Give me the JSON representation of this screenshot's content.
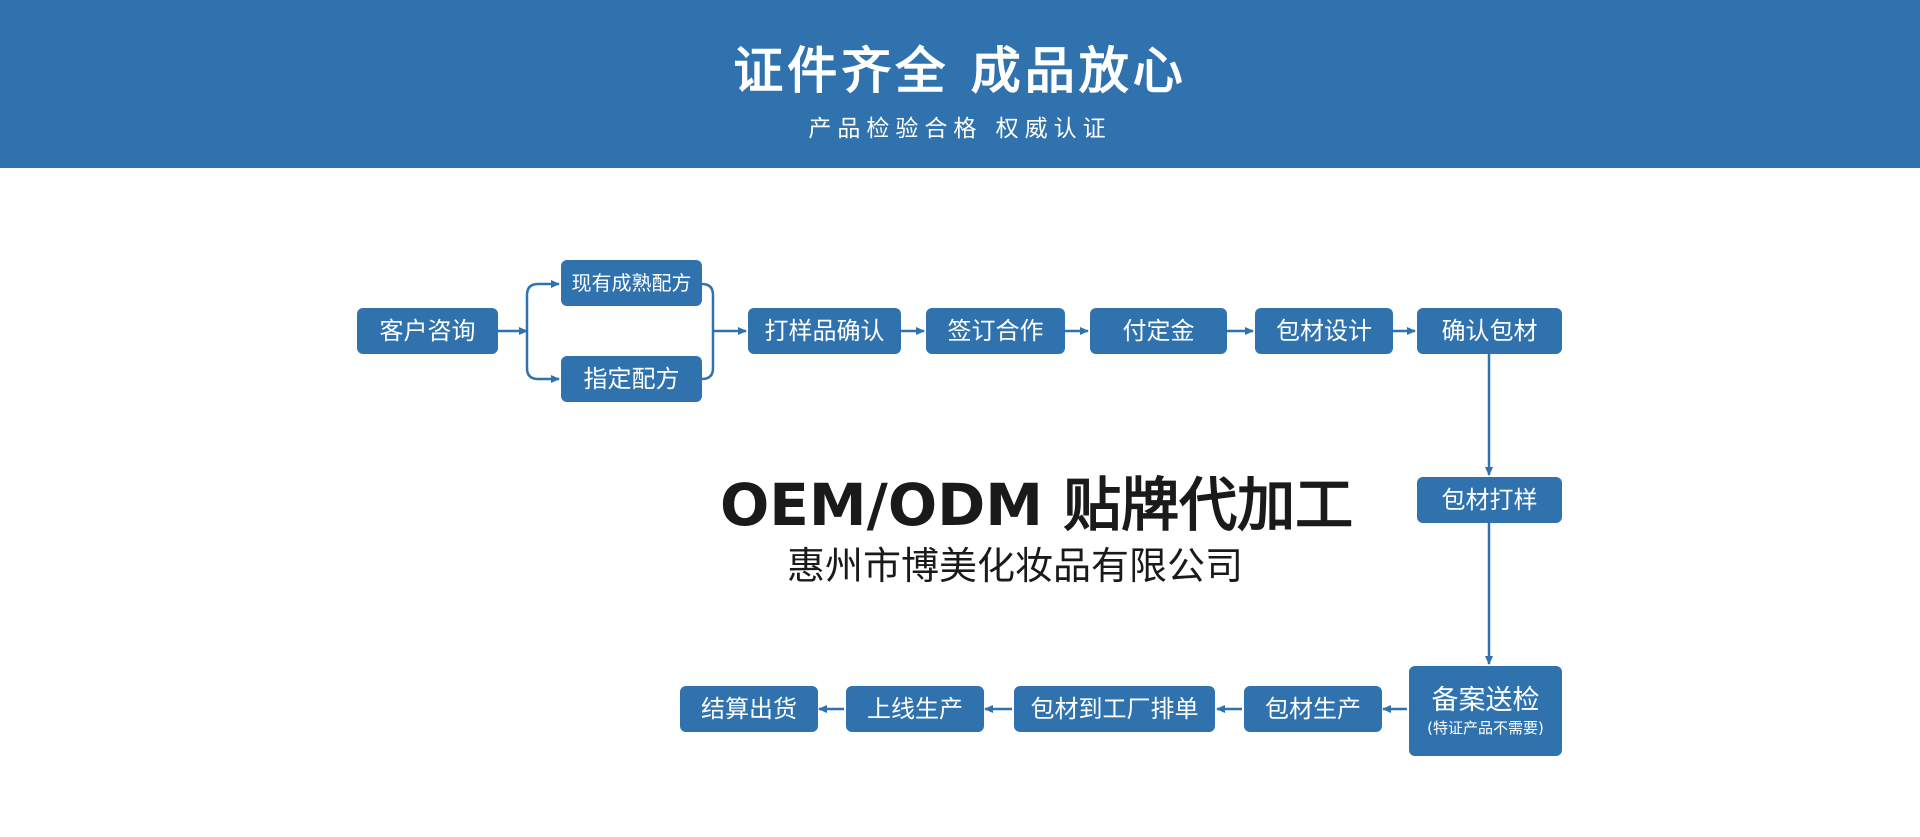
{
  "banner": {
    "title": "证件齐全 成品放心",
    "subtitle": "产品检验合格 权威认证"
  },
  "flow": {
    "steps": {
      "customer_consult": "客户咨询",
      "existing_formula": "现有成熟配方",
      "specified_formula": "指定配方",
      "sample_confirm": "打样品确认",
      "sign_contract": "签订合作",
      "pay_deposit": "付定金",
      "packaging_design": "包材设计",
      "confirm_packaging": "确认包材",
      "packaging_sample": "包材打样",
      "filing_inspection": "备案送检",
      "filing_inspection_note": "(特证产品不需要)",
      "packaging_production": "包材生产",
      "packaging_to_factory": "包材到工厂排单",
      "production_line": "上线生产",
      "settle_ship": "结算出货"
    }
  },
  "center": {
    "title": "OEM/ODM 贴牌代加工",
    "company": "惠州市博美化妆品有限公司"
  },
  "colors": {
    "banner": "#2f72ad",
    "box": "#2f72ad",
    "line": "#2f72ad",
    "text_dark": "#1a1a1a"
  }
}
